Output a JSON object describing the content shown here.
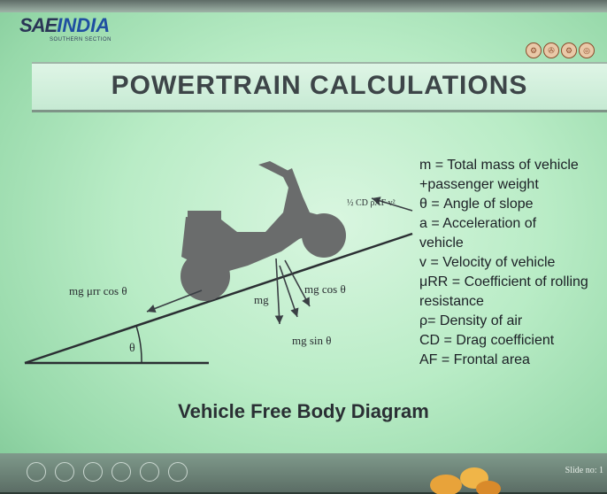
{
  "header": {
    "logo_sae": "SAE",
    "logo_india": "INDIA",
    "logo_sub": "SOUTHERN SECTION"
  },
  "slide": {
    "title": "POWERTRAIN CALCULATIONS",
    "caption": "Vehicle Free Body Diagram",
    "slide_no": "Slide no: 1"
  },
  "diagram": {
    "force_friction": "mg μrr cos θ",
    "force_mg": "mg",
    "force_mg_cos": "mg cos θ",
    "force_mg_sin": "mg sin θ",
    "angle": "θ",
    "drag": "½ CD ρAF v²"
  },
  "legend": [
    "m = Total mass of vehicle",
    "+passenger weight",
    "θ = Angle of slope",
    "a = Acceleration of",
    "vehicle",
    "v = Velocity of vehicle",
    "μRR = Coefficient of rolling",
    "resistance",
    "ρ= Density of air",
    "CD = Drag coefficient",
    "AF = Frontal area"
  ],
  "colors": {
    "background": "#b9ecc6",
    "title_text": "#3d4548",
    "logo_blue": "#1f4fa1"
  }
}
